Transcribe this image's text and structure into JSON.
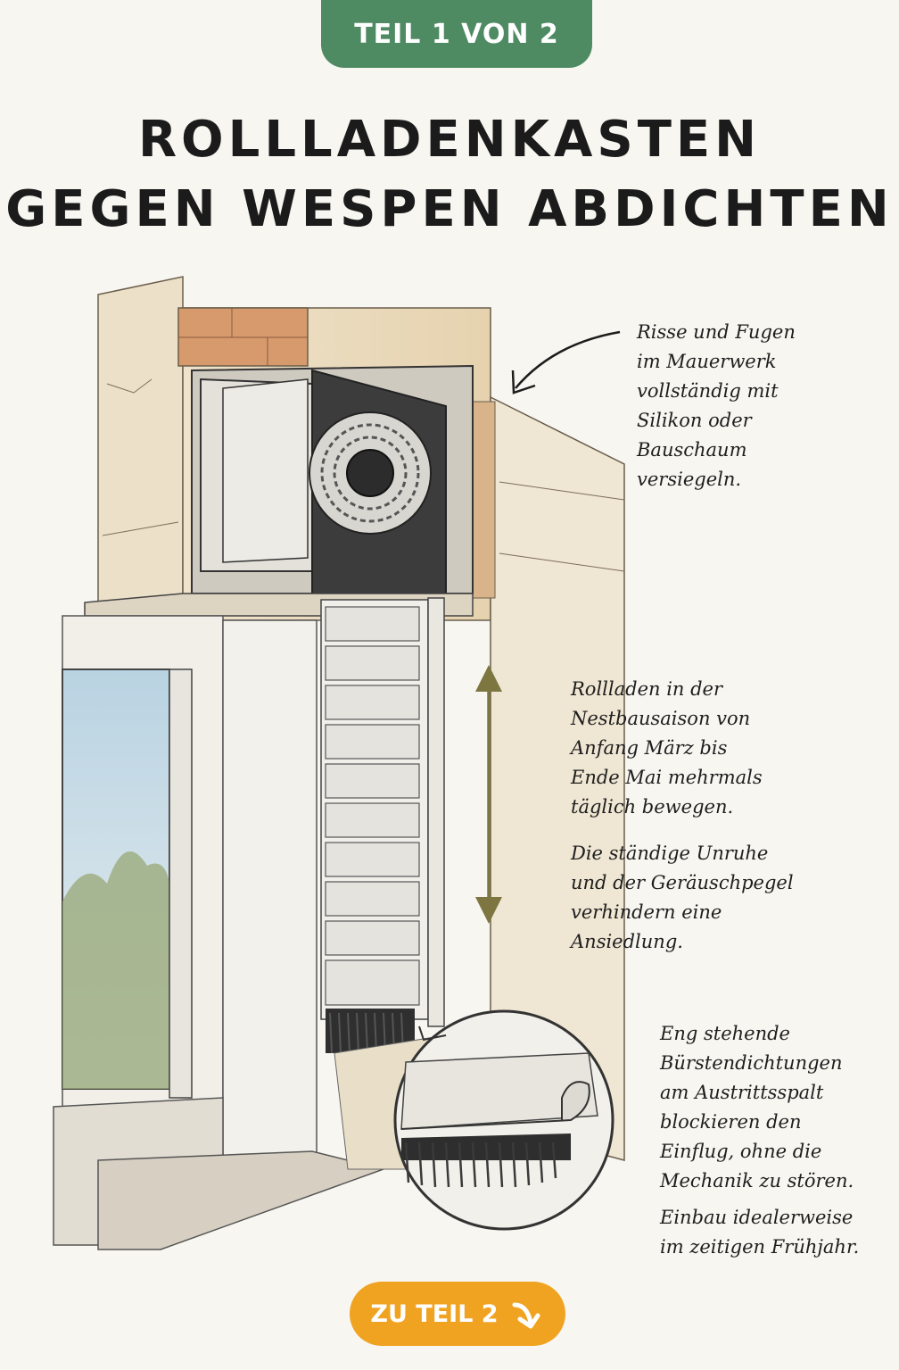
{
  "badge": {
    "label": "TEIL 1 VON 2"
  },
  "title": {
    "line1": "ROLLLADENKASTEN",
    "line2": "GEGEN WESPEN ABDICHTEN"
  },
  "notes": {
    "cracks": [
      "Risse und Fugen",
      "im Mauerwerk",
      "vollständig mit",
      "Silikon oder",
      "Bauschaum",
      "versiegeln."
    ],
    "move": [
      "Rollladen in der",
      "Nestbausaison von",
      "Anfang März bis",
      "Ende Mai mehrmals",
      "täglich bewegen."
    ],
    "unrest": [
      "Die ständige Unruhe",
      "und der Geräuschpegel",
      "verhindern eine",
      "Ansiedlung."
    ],
    "brush": [
      "Eng stehende",
      "Bürstendichtungen",
      "am Austrittsspalt",
      "blockieren den",
      "Einflug, ohne die",
      "Mechanik zu stören."
    ],
    "install": [
      "Einbau idealerweise",
      "im zeitigen Frühjahr."
    ]
  },
  "cta": {
    "label": "ZU TEIL 2",
    "icon": "arrow-curve-down-icon"
  },
  "colors": {
    "badge": "#4e8a62",
    "cta": "#f0a321",
    "arrow": "#7d7640"
  }
}
